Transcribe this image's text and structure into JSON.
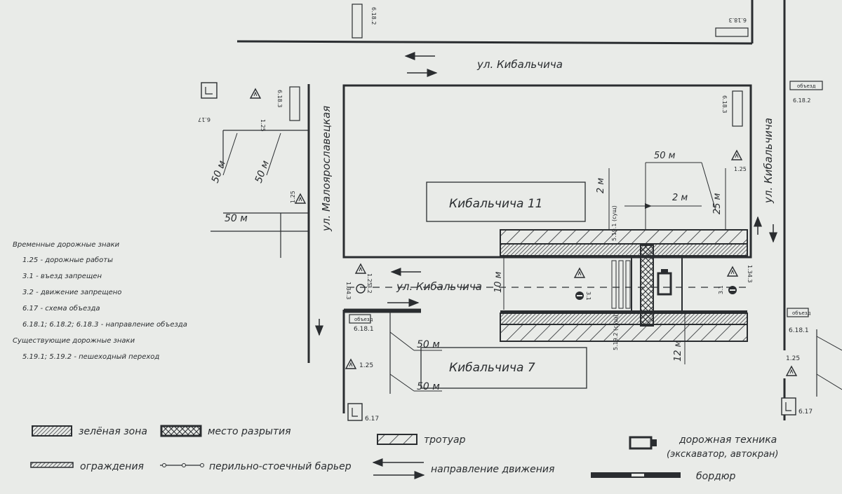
{
  "streets": {
    "top": "ул. Кибальчича",
    "middle": "ул. Кибальчича",
    "left_vertical": "ул. Малоярославецкая",
    "right_vertical": "ул. Кибальчича"
  },
  "buildings": {
    "b11": "Кибальчича 11",
    "b7": "Кибальчича 7"
  },
  "dims": {
    "d50_a": "50 м",
    "d50_b": "50 м",
    "d50_c": "50 м",
    "d50_top": "50 м",
    "d50_low1": "50 м",
    "d50_low2": "50 м",
    "d2_vert": "2 м",
    "d2_horiz": "2 м",
    "d25": "25 м",
    "d10": "10 м",
    "d12": "12 м"
  },
  "signs": {
    "s125": "1.25",
    "s617": "6.17",
    "s6181": "6.18.1",
    "s6182": "6.18.2",
    "s6183": "6.18.3",
    "s5191": "5.19.1 (сущ)",
    "s5192": "5.19.2 (сущ)",
    "s31": "3.1",
    "s32": "3.2",
    "s1343": "1.34.3",
    "sign_obiezd": "объезд"
  },
  "notes": {
    "title": "Временные дорожные знаки",
    "items": [
      "1.25 - дорожные работы",
      "3.1 - въезд запрещен",
      "3.2 - движение запрещено",
      "6.17 - схема объезда",
      "6.18.1; 6.18.2; 6.18.3 - направление объезда"
    ],
    "title2": "Существующие дорожные знаки",
    "items2": [
      "5.19.1; 5.19.2 - пешеходный переход"
    ]
  },
  "legend": {
    "green": "зелёная зона",
    "dig": "место разрытия",
    "sidewalk": "тротуар",
    "tech": "дорожная техника",
    "tech_sub": "(экскаватор, автокран)",
    "fence": "ограждения",
    "barrier": "перильно-стоечный барьер",
    "direction": "направление движения",
    "border": "бордюр"
  }
}
